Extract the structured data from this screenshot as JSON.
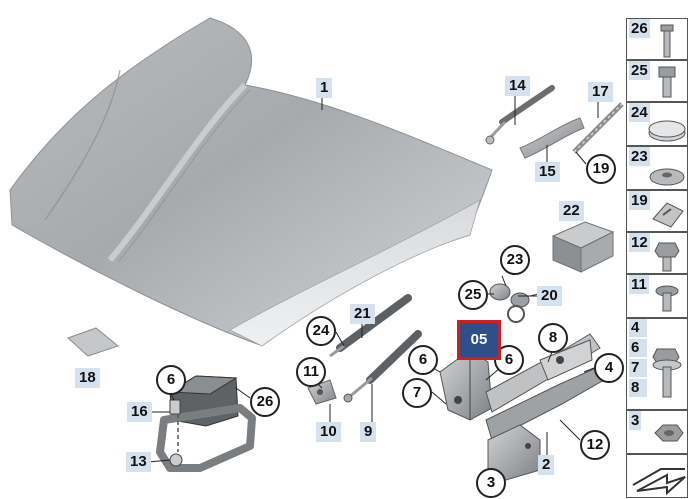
{
  "page_badge": "05",
  "labels": {
    "hood": "1",
    "lever": "2",
    "hinge_side": "4",
    "sleeve": "6",
    "nut": "7",
    "hinge_right": "8",
    "strut_left": "9",
    "bracket_lower": "10",
    "clip": "11",
    "bolt_hinge": "12",
    "latch_lower": "13",
    "strut_upper": "14",
    "bracket_mid": "15",
    "latch_bolt": "16",
    "rod": "17",
    "pad": "18",
    "pin": "19",
    "bowden": "20",
    "strut": "21",
    "foam": "22",
    "cap": "23",
    "washer": "24",
    "screw": "25",
    "latch_screw": "26"
  },
  "callouts": {
    "sleeve_latch": "6",
    "strut_clip": "11",
    "hinge_right_top": "8",
    "hinge_side": "4",
    "sleeve_a": "6",
    "sleeve_b": "6",
    "nut_left": "7",
    "bolt_right": "12",
    "pin_rod": "19",
    "cap_top": "23",
    "screw_small": "25",
    "washer_left": "24",
    "latch_screw_right": "26",
    "bottom_cut": "3"
  },
  "side_panel": {
    "items": [
      {
        "num": "26"
      },
      {
        "num": "25"
      },
      {
        "num": "24"
      },
      {
        "num": "23"
      },
      {
        "num": "19"
      },
      {
        "num": "12"
      },
      {
        "num": "11"
      },
      {
        "nums": [
          "4",
          "6",
          "7",
          "8"
        ]
      },
      {
        "num": "3"
      }
    ]
  }
}
